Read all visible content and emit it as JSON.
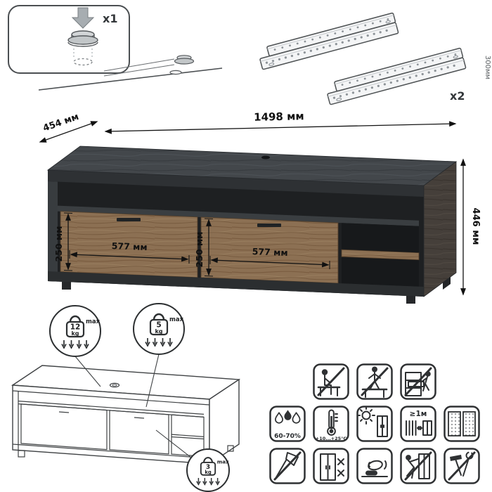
{
  "hardware": {
    "cap": {
      "quantity_label": "x1"
    },
    "slides": {
      "quantity_label": "x2",
      "length_label": "300мм"
    }
  },
  "overall_dimensions": {
    "width_label": "1498 мм",
    "depth_label": "454 мм",
    "height_label": "446 мм"
  },
  "drawers": {
    "left": {
      "width_label": "577 мм",
      "height_label": "250 мм"
    },
    "right": {
      "width_label": "577 мм",
      "height_label": "250 мм"
    }
  },
  "load_limits": [
    {
      "value": "12",
      "unit": "kg",
      "qualifier": "max"
    },
    {
      "value": "5",
      "unit": "kg",
      "qualifier": "max"
    },
    {
      "value": "3",
      "unit": "kg",
      "qualifier": "max"
    }
  ],
  "care_labels": {
    "humidity_range": "60-70%",
    "temperature_range": "+10...+25°C",
    "min_heat_distance": "≥1м"
  },
  "care_icons": {
    "prohibitions_row": [
      "no-sitting",
      "no-standing-on-furniture",
      "no-climbing"
    ],
    "conditions_row": [
      "humidity",
      "temperature",
      "avoid-direct-sunlight",
      "heat-source-distance",
      "panel-material"
    ],
    "handling_row": [
      "no-sharp-impacts",
      "no-leaning",
      "wipe-with-soft-cloth",
      "no-dragging",
      "no-metal-tools"
    ]
  },
  "colors": {
    "wood": "#8c7053",
    "dark_frame": "#3d4144",
    "interior": "#1e2022",
    "line": "#2f3133"
  }
}
